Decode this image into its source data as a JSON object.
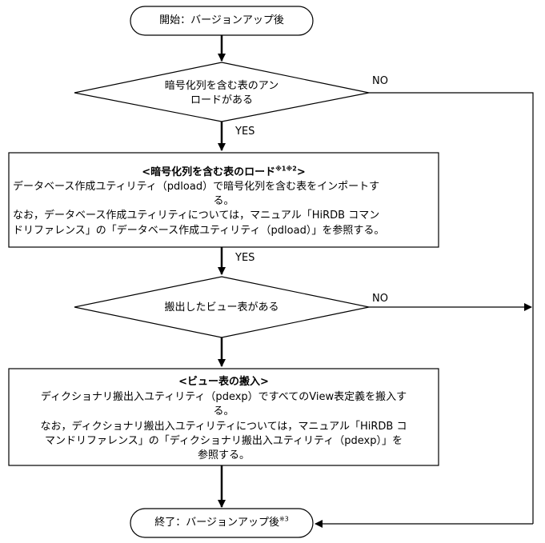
{
  "flow": {
    "start": "開始：バージョンアップ後",
    "decision1": {
      "line1": "暗号化列を含む表のアン",
      "line2": "ロードがある"
    },
    "decision1_no": "NO",
    "decision1_yes": "YES",
    "process1": {
      "title": "<暗号化列を含む表のロード",
      "title_note": "※1※2",
      "title_end": ">",
      "line1": "データベース作成ユティリティ（pdload）で暗号化列を含む表をインポートす",
      "line2": "る。",
      "line3": "なお，データベース作成ユティリティについては，マニュアル「HiRDB コマン",
      "line4": "ドリファレンス」の「データベース作成ユティリティ（pdload）」を参照する。"
    },
    "process1_yes": "YES",
    "decision2": {
      "line1": "搬出したビュー表がある"
    },
    "decision2_no": "NO",
    "process2": {
      "title": "<ビュー表の搬入>",
      "line1": "ディクショナリ搬出入ユティリティ（pdexp）ですべてのView表定義を搬入す",
      "line2": "る。",
      "line3": "なお，ディクショナリ搬出入ユティリティについては，マニュアル「HiRDB コ",
      "line4": "マンドリファレンス」の「ディクショナリ搬出入ユティリティ（pdexp）」を",
      "line5": "参照する。"
    },
    "end": "終了：バージョンアップ後",
    "end_note": "※3"
  }
}
